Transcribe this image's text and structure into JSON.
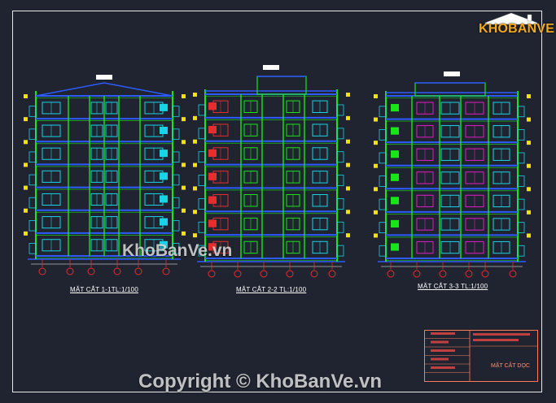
{
  "sections": [
    {
      "caption": "MẶT CẮT 1-1TL:1/100"
    },
    {
      "caption": "MẶT CẮT 2-2 TL:1/100"
    },
    {
      "caption": "MẶT CẮT 3-3 TL:1/100"
    }
  ],
  "title_block": {
    "drawing_name": "MẶT CẮT DỌC"
  },
  "logo": {
    "text": "KHOBANVE"
  },
  "watermarks": {
    "center": "KhoBanVe.vn",
    "bottom": "Copyright © KhoBanVe.vn"
  },
  "colors": {
    "background": "#1f2430",
    "structure_green": "#19e619",
    "frame_blue": "#2d5bff",
    "cyan": "#19d4e6",
    "yellow": "#f2e600",
    "magenta": "#e619c8",
    "red": "#e62e2e",
    "white": "#ffffff",
    "title_block_orange": "#ff7b5a"
  }
}
